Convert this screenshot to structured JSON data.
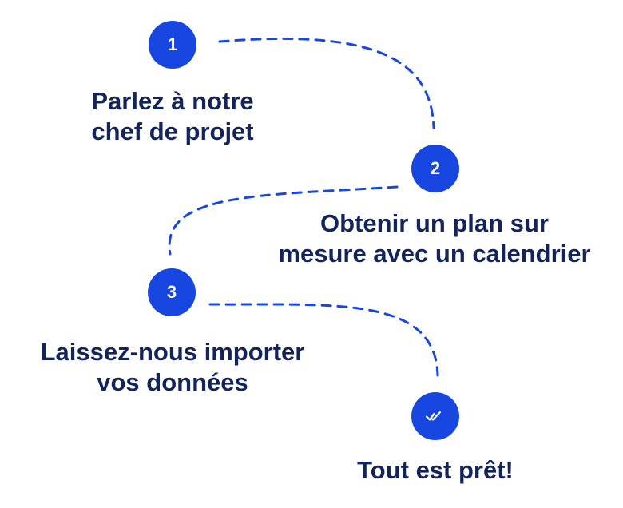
{
  "steps": [
    {
      "number": "1",
      "label_lines": [
        "Parlez à notre",
        "chef de projet"
      ]
    },
    {
      "number": "2",
      "label_lines": [
        "Obtenir un plan sur",
        "mesure avec un calendrier"
      ]
    },
    {
      "number": "3",
      "label_lines": [
        "Laissez-nous importer",
        "vos données"
      ]
    }
  ],
  "final": {
    "label": "Tout est prêt!",
    "icon": "double-check-icon"
  },
  "colors": {
    "accent": "#1746e0",
    "text": "#13245a",
    "background": "#ffffff"
  }
}
